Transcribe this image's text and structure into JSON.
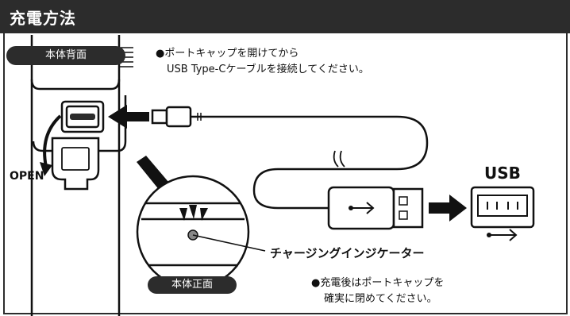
{
  "header": {
    "title": "充電方法"
  },
  "labels": {
    "back_view": "本体背面",
    "front_view": "本体正面",
    "open": "OPEN",
    "usb": "USB",
    "indicator": "チャージングインジケーター"
  },
  "notes": {
    "top_line1": "●ポートキャップを開けてから",
    "top_line2": "USB Type-Cケーブルを接続してください。",
    "bottom_line1": "●充電後はポートキャップを",
    "bottom_line2": "確実に閉めてください。"
  },
  "colors": {
    "dark": "#2c2c2c",
    "body": "#ffffff",
    "accent": "#111111"
  }
}
